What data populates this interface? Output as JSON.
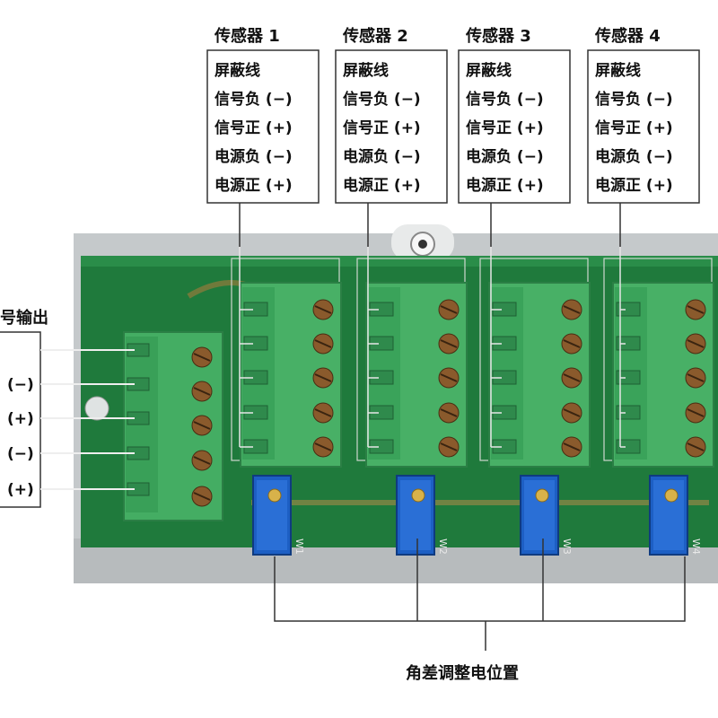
{
  "sensors": [
    {
      "title": "传感器 1"
    },
    {
      "title": "传感器 2"
    },
    {
      "title": "传感器 3"
    },
    {
      "title": "传感器 4"
    }
  ],
  "wire_labels": [
    "屏蔽线",
    "信号负 (−)",
    "信号正 (+)",
    "电源负 (−)",
    "电源正 (+)"
  ],
  "output": {
    "title": "号输出",
    "labels": [
      "(−)",
      "(+)",
      "(−)",
      "(+)"
    ]
  },
  "pot_labels": [
    "W1",
    "W2",
    "W3",
    "W4"
  ],
  "adjust_caption": "角差调整电位置",
  "colors": {
    "pcb": "#1f7a3c",
    "terminal": "#4cb46a",
    "screw": "#8a5a2c",
    "pot": "#1d5fc4",
    "enclosure": "#c9cdcf"
  }
}
